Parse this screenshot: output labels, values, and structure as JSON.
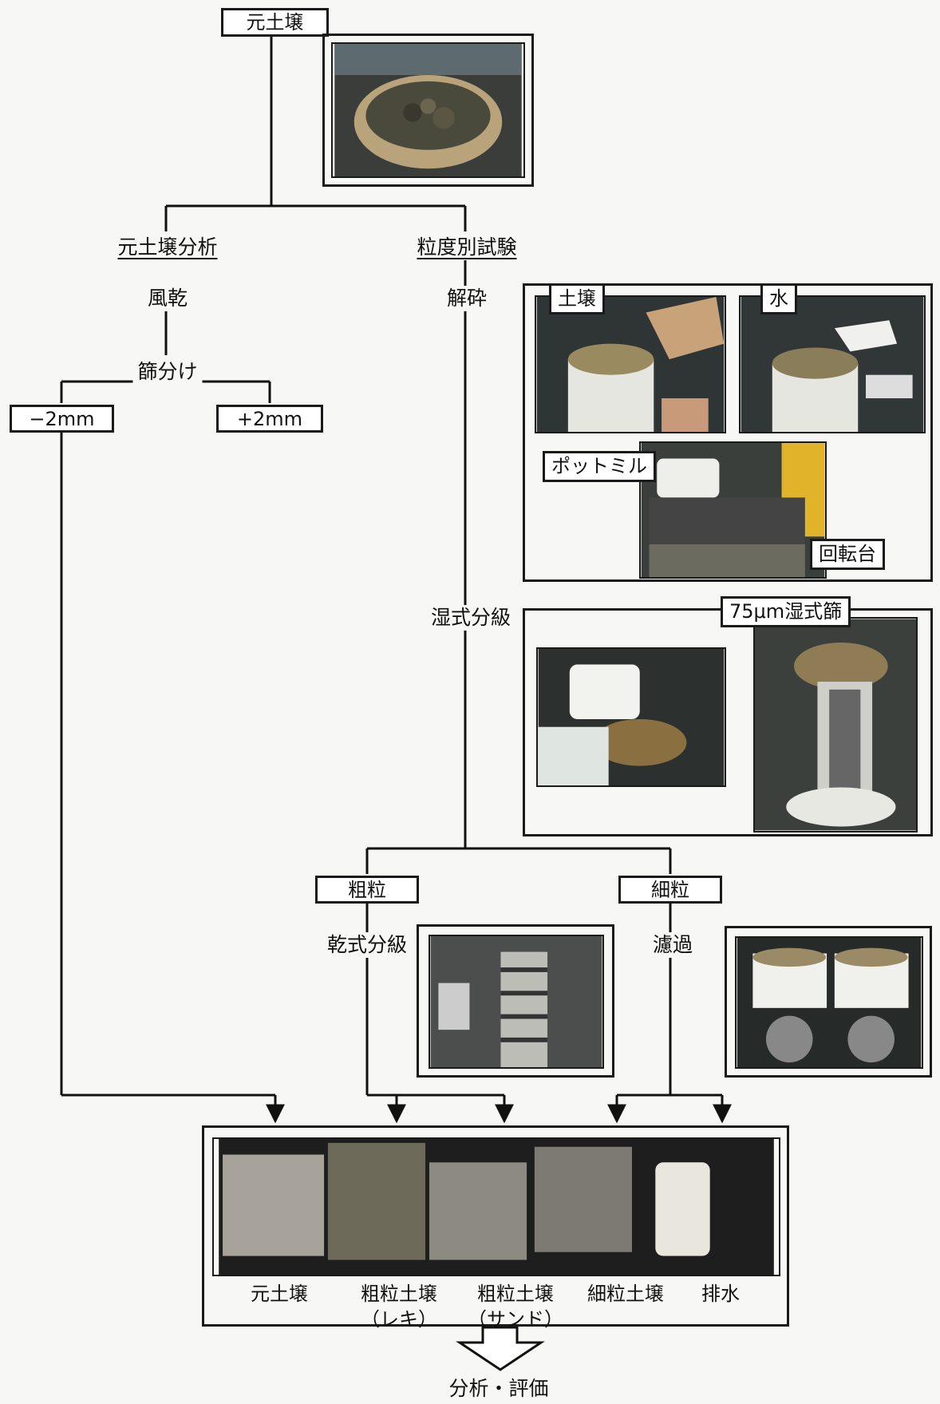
{
  "nodes": {
    "original_soil": "元土壌",
    "original_soil_analysis": "元土壌分析",
    "air_drying": "風乾",
    "sieving": "篩分け",
    "minus_2mm": "−2mm",
    "plus_2mm": "+2mm",
    "particle_size_test": "粒度別試験",
    "crushing": "解砕",
    "wet_classification": "湿式分級",
    "coarse": "粗粒",
    "fine": "細粒",
    "dry_classification": "乾式分級",
    "filtration": "濾過",
    "final": "分析・評価"
  },
  "photo_tags": {
    "soil": "土壌",
    "water": "水",
    "pot_mill": "ポットミル",
    "turntable": "回転台",
    "wet_sieve": "75μm湿式篩"
  },
  "products": [
    {
      "line1": "元土壌",
      "line2": ""
    },
    {
      "line1": "粗粒土壌",
      "line2": "（レキ）"
    },
    {
      "line1": "粗粒土壌",
      "line2": "（サンド）"
    },
    {
      "line1": "細粒土壌",
      "line2": ""
    },
    {
      "line1": "排水",
      "line2": ""
    }
  ]
}
